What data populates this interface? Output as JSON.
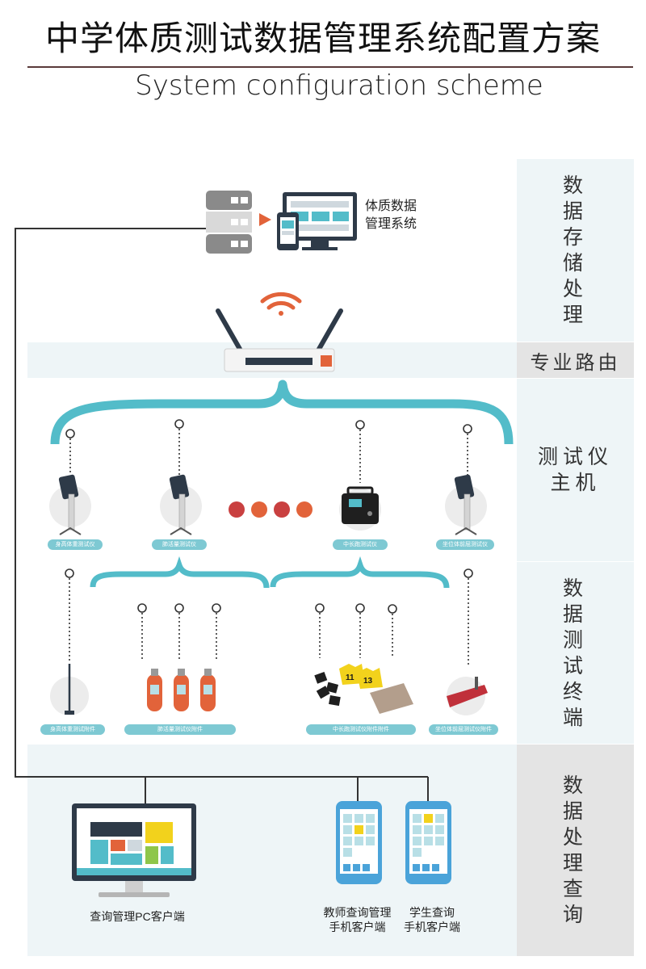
{
  "header": {
    "title": "中学体质测试数据管理系统配置方案",
    "subtitle": "System configuration scheme"
  },
  "layers": {
    "storage": "数据存储处理",
    "router": "专业路由",
    "host": "测试仪主机",
    "terminal": "数据测试终端",
    "query": "数据处理查询"
  },
  "server": {
    "label_line1": "体质数据",
    "label_line2": "管理系统"
  },
  "hosts": [
    "身高体重测试仪",
    "肺活量测试仪",
    "中长跑测试仪",
    "坐位体前屈测试仪"
  ],
  "terminals": [
    "身高体重测试附件",
    "肺活量测试仪附件",
    "中长跑测试仪附件附件",
    "坐位体前屈测试仪附件"
  ],
  "bibs": [
    "11",
    "13"
  ],
  "clients": {
    "pc": "查询管理PC客户端",
    "teacher_line1": "教师查询管理",
    "teacher_line2": "手机客户端",
    "student_line1": "学生查询",
    "student_line2": "手机客户端"
  },
  "colors": {
    "teal": "#53bcc9",
    "orange": "#e2633a",
    "panel": "#eef5f7",
    "gray_panel": "#e4e4e4"
  }
}
